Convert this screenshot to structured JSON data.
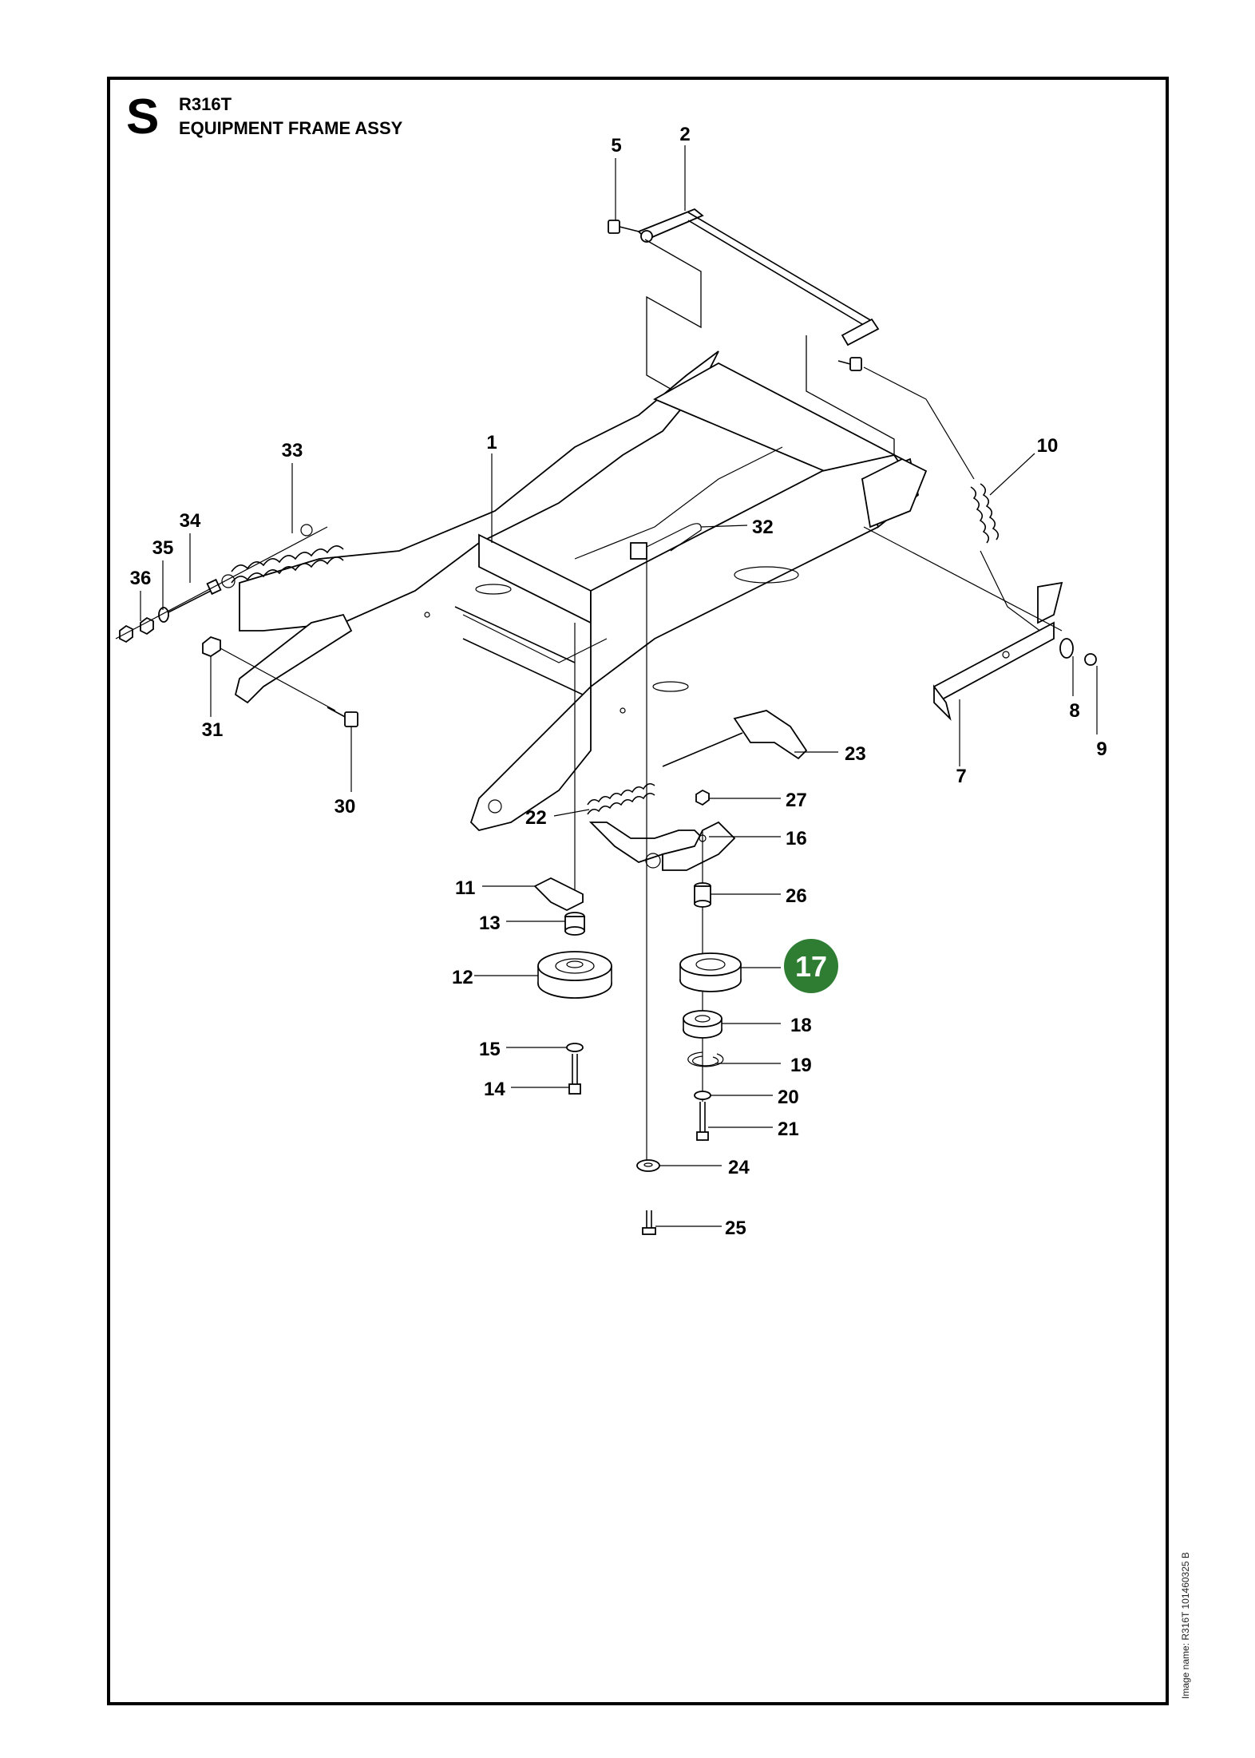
{
  "header": {
    "section_letter": "S",
    "model": "R316T",
    "assembly_title": "EQUIPMENT FRAME ASSY"
  },
  "side_note": "Image name: R316T 101460325 B",
  "highlight": {
    "part": "17",
    "color": "#2e7d32"
  },
  "callouts": {
    "c1": "1",
    "c2": "2",
    "c5": "5",
    "c7": "7",
    "c8": "8",
    "c9": "9",
    "c10": "10",
    "c11": "11",
    "c12": "12",
    "c13": "13",
    "c14": "14",
    "c15": "15",
    "c16": "16",
    "c18": "18",
    "c19": "19",
    "c20": "20",
    "c21": "21",
    "c22": "22",
    "c23": "23",
    "c24": "24",
    "c25": "25",
    "c26": "26",
    "c27": "27",
    "c30": "30",
    "c31": "31",
    "c32": "32",
    "c33": "33",
    "c34": "34",
    "c35": "35",
    "c36": "36"
  }
}
